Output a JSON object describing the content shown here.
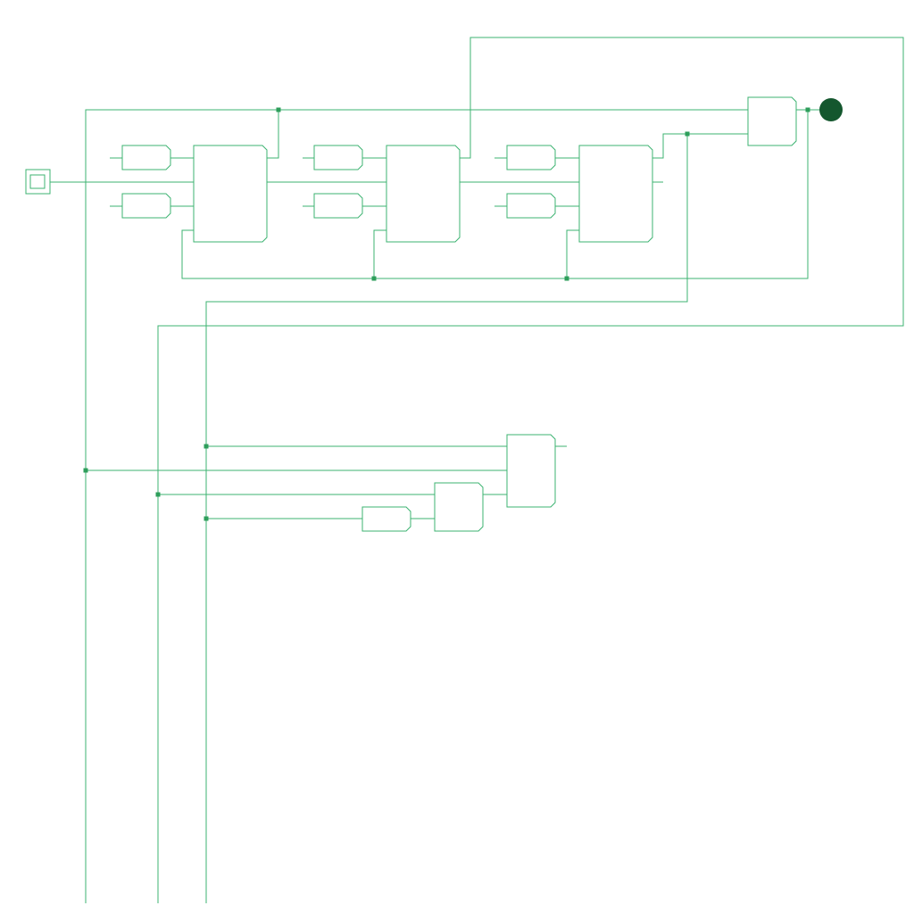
{
  "colors": {
    "wire": "#3cb371",
    "junction": "#2e9e5b",
    "led": "#14572e",
    "background": "#ffffff"
  },
  "components": {
    "input_pin": "input-pin",
    "output_led": "output-led",
    "small_gate_count": 7,
    "large_gate_count": 6
  }
}
